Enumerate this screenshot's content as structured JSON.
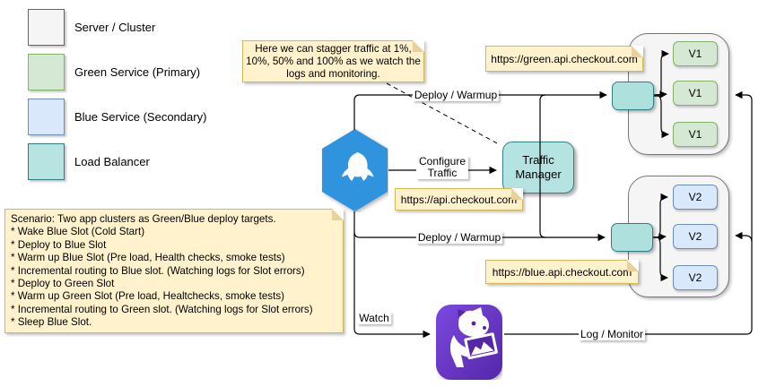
{
  "legend": {
    "items": [
      {
        "label": "Server / Cluster",
        "fill": "#f5f5f5",
        "stroke": "#666666"
      },
      {
        "label": "Green Service (Primary)",
        "fill": "#d5e8d4",
        "stroke": "#82b366"
      },
      {
        "label": "Blue Service (Secondary)",
        "fill": "#dae8fc",
        "stroke": "#6c8ebf"
      },
      {
        "label": "Load Balancer",
        "fill": "#b7e3e1",
        "stroke": "#2d7f7d"
      }
    ]
  },
  "notes": {
    "stagger": {
      "text": "Here we can stagger traffic at 1%, 10%, 50% and 100% as we watch the logs and monitoring."
    },
    "green_url": {
      "text": "https://green.api.checkout.com"
    },
    "api_url": {
      "text": "https://api.checkout.com"
    },
    "blue_url": {
      "text": "https://blue.api.checkout.com"
    },
    "scenario": {
      "lines": [
        "Scenario: Two app clusters as Green/Blue deploy targets.",
        "* Wake Blue Slot (Cold Start)",
        "* Deploy to Blue Slot",
        "* Warm up Blue Slot (Pre load, Health checks, smoke tests)",
        "* Incremental routing to Blue slot. (Watching logs for Slot errors)",
        "* Deploy to Green Slot",
        "* Warm up Green Slot (Pre load, Healtchecks, smoke tests)",
        "* Incremental routing to Green slot. (Watching logs for Slot errors)",
        "* Sleep Blue Slot."
      ]
    }
  },
  "nodes": {
    "traffic_manager": {
      "label": "Traffic Manager"
    },
    "green_cluster": {
      "instances": [
        "V1",
        "V1",
        "V1"
      ]
    },
    "blue_cluster": {
      "instances": [
        "V2",
        "V2",
        "V2"
      ]
    },
    "octopus_deploy": {
      "icon": "octopus-deploy-icon",
      "color": "#2F93DD"
    },
    "datadog": {
      "icon": "datadog-icon",
      "color": "#6230B5"
    }
  },
  "edges": {
    "deploy_warmup_top": "Deploy / Warmup",
    "configure_traffic": "Configure Traffic",
    "deploy_warmup_bottom": "Deploy / Warmup",
    "watch": "Watch",
    "log_monitor": "Log / Monitor"
  }
}
